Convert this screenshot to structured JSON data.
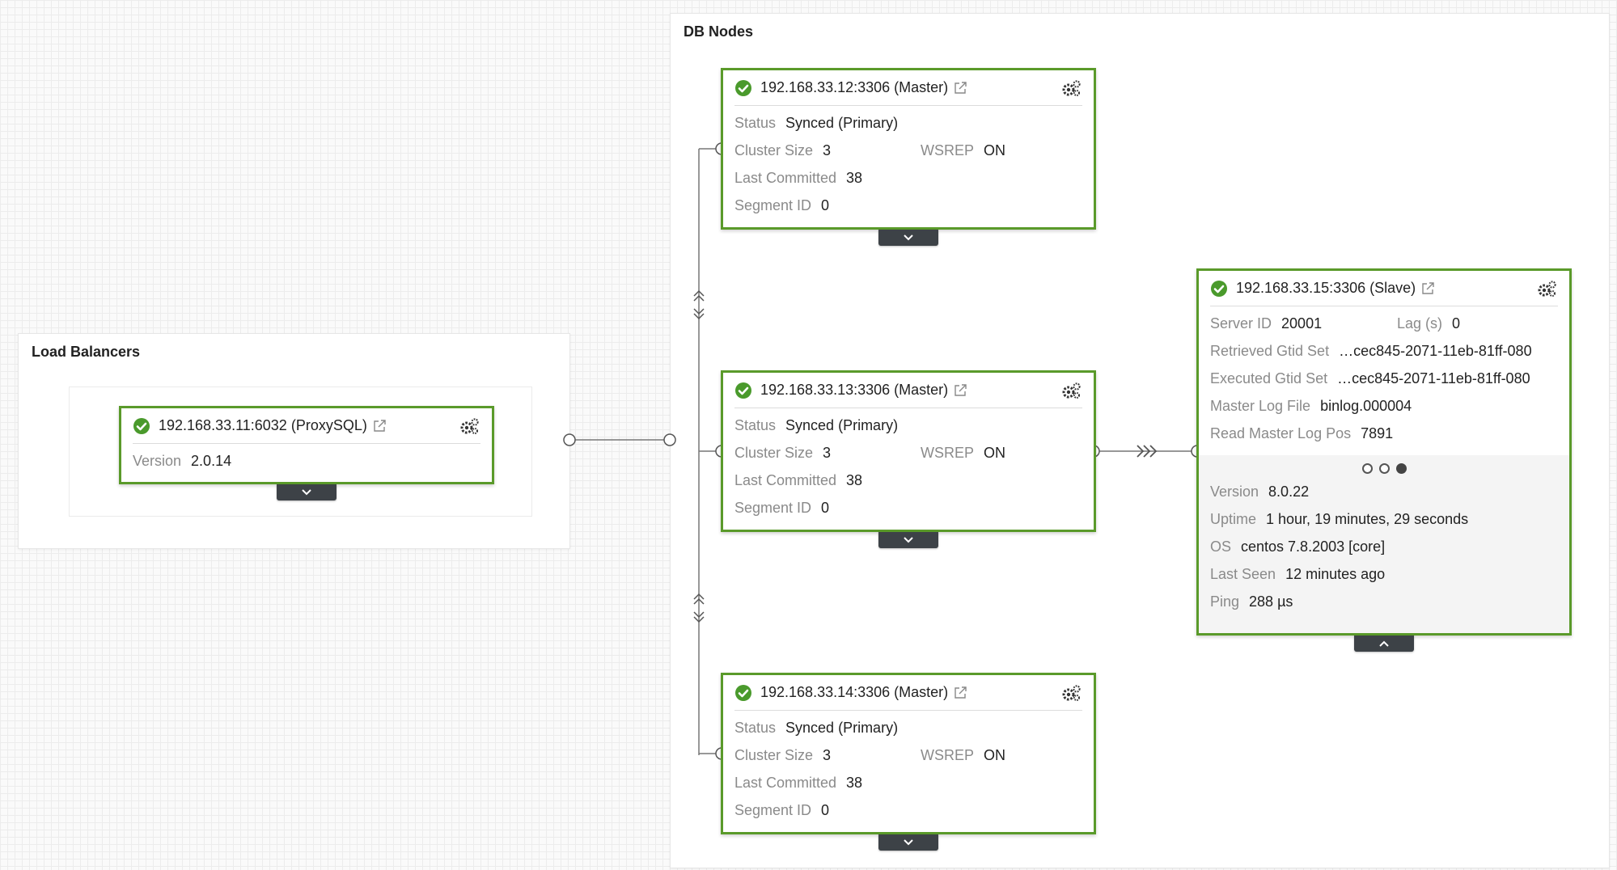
{
  "colors": {
    "card_border": "#5a9a2a",
    "status_ok": "#4a9a2c",
    "expander": "#3d4247"
  },
  "load_balancers": {
    "title": "Load Balancers",
    "node": {
      "title": "192.168.33.11:6032 (ProxySQL)",
      "status_icon": "check-circle-icon",
      "rows": [
        {
          "label": "Version",
          "value": "2.0.14"
        }
      ]
    }
  },
  "db_nodes": {
    "title": "DB Nodes",
    "masters": [
      {
        "title": "192.168.33.12:3306 (Master)",
        "status_label": "Status",
        "status_value": "Synced (Primary)",
        "cluster_size_label": "Cluster Size",
        "cluster_size_value": "3",
        "wsrep_label": "WSREP",
        "wsrep_value": "ON",
        "last_committed_label": "Last Committed",
        "last_committed_value": "38",
        "segment_label": "Segment ID",
        "segment_value": "0"
      },
      {
        "title": "192.168.33.13:3306 (Master)",
        "status_label": "Status",
        "status_value": "Synced (Primary)",
        "cluster_size_label": "Cluster Size",
        "cluster_size_value": "3",
        "wsrep_label": "WSREP",
        "wsrep_value": "ON",
        "last_committed_label": "Last Committed",
        "last_committed_value": "38",
        "segment_label": "Segment ID",
        "segment_value": "0"
      },
      {
        "title": "192.168.33.14:3306 (Master)",
        "status_label": "Status",
        "status_value": "Synced (Primary)",
        "cluster_size_label": "Cluster Size",
        "cluster_size_value": "3",
        "wsrep_label": "WSREP",
        "wsrep_value": "ON",
        "last_committed_label": "Last Committed",
        "last_committed_value": "38",
        "segment_label": "Segment ID",
        "segment_value": "0"
      }
    ],
    "slave": {
      "title": "192.168.33.15:3306 (Slave)",
      "server_id_label": "Server ID",
      "server_id_value": "20001",
      "lag_label": "Lag (s)",
      "lag_value": "0",
      "retrieved_label": "Retrieved Gtid Set",
      "retrieved_value": "…cec845-2071-11eb-81ff-080",
      "executed_label": "Executed Gtid Set",
      "executed_value": "…cec845-2071-11eb-81ff-080",
      "master_log_file_label": "Master Log File",
      "master_log_file_value": "binlog.000004",
      "read_master_pos_label": "Read Master Log Pos",
      "read_master_pos_value": "7891",
      "carousel_pages": 3,
      "carousel_active": 3,
      "version_label": "Version",
      "version_value": "8.0.22",
      "uptime_label": "Uptime",
      "uptime_value": "1 hour, 19 minutes, 29 seconds",
      "os_label": "OS",
      "os_value": "centos 7.8.2003 [core]",
      "last_seen_label": "Last Seen",
      "last_seen_value": "12 minutes ago",
      "ping_label": "Ping",
      "ping_value": "288 µs"
    }
  }
}
